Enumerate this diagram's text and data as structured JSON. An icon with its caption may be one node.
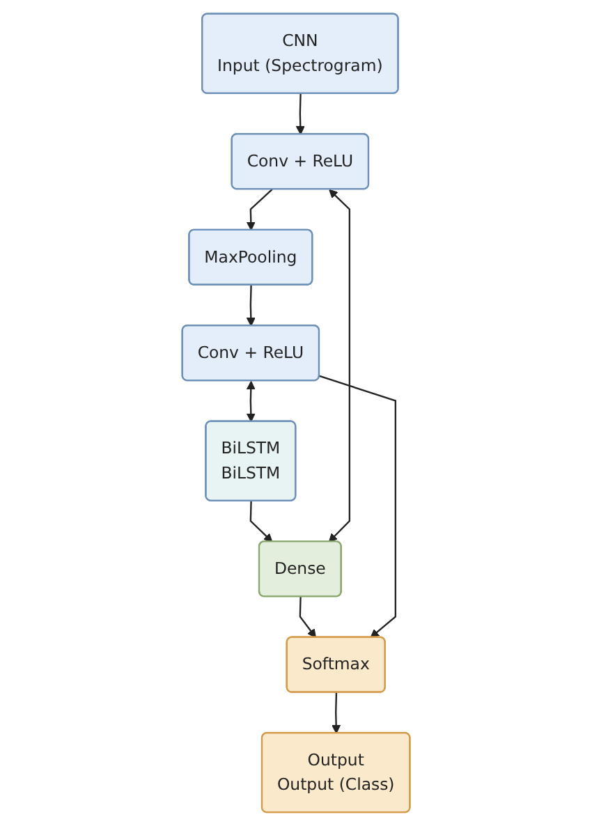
{
  "diagram": {
    "nodes": [
      {
        "text": [
          "CNN",
          "Input (Spectrogram)"
        ]
      },
      {
        "text": [
          "Conv + ReLU"
        ]
      },
      {
        "text": [
          "MaxPooling"
        ]
      },
      {
        "text": [
          "Conv + ReLU"
        ]
      },
      {
        "text": [
          "BiLSTM",
          "BiLSTM"
        ]
      },
      {
        "text": [
          "Dense"
        ]
      },
      {
        "text": [
          "Softmax"
        ]
      },
      {
        "text": [
          "Output",
          "Output (Class)"
        ]
      }
    ],
    "edges": [
      {
        "from": 0,
        "to": 1,
        "arrow": "to"
      },
      {
        "from": 1,
        "to": 2,
        "arrow": "to"
      },
      {
        "from": 2,
        "to": 3,
        "arrow": "to"
      },
      {
        "from": 3,
        "to": 4,
        "arrow": "both"
      },
      {
        "from": 4,
        "to": 5,
        "arrow": "to"
      },
      {
        "from": 1,
        "to": 5,
        "arrow": "both"
      },
      {
        "from": 5,
        "to": 6,
        "arrow": "to"
      },
      {
        "from": 3,
        "to": 6,
        "arrow": "to"
      },
      {
        "from": 6,
        "to": 7,
        "arrow": "to"
      }
    ]
  }
}
